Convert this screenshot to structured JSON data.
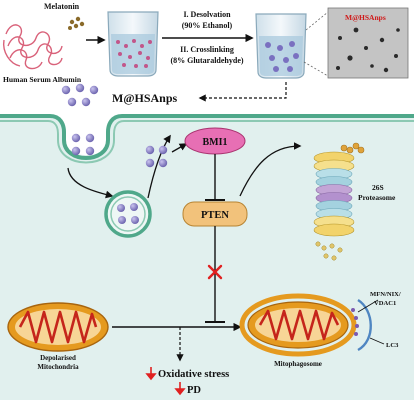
{
  "colors": {
    "cytoplasm": "#e1f0ee",
    "membrane": "#4fa88a",
    "nanoparticle": "#8e86c8",
    "bmi1": "#e76fb4",
    "pten": "#f2c27b",
    "mito_outer": "#e59a1f",
    "mito_inner": "#c5251b",
    "inhibit_x": "#e02020",
    "down_arrow": "#e02020"
  },
  "top": {
    "melatonin": "Melatonin",
    "albumin": "Human Serum Albumin",
    "step1_line1": "I. Desolvation",
    "step1_line2": "(90% Ethanol)",
    "step2_line1": "II. Crosslinking",
    "step2_line2": "(8% Glutaraldehyde)",
    "micrograph_label": "M@HSAnps",
    "product": "M@HSAnps"
  },
  "cell": {
    "bmi1": "BMI1",
    "pten": "PTEN",
    "proteasome_line1": "26S",
    "proteasome_line2": "Proteasome",
    "depolarised_line1": "Depolarised",
    "depolarised_line2": "Mitochondria",
    "mitophagosome": "Mitophagosome",
    "mfn": "MFN/NIX/",
    "vdac": "VDAC1",
    "lc3": "LC3",
    "outcome1": "Oxidative stress",
    "outcome2": "PD"
  }
}
